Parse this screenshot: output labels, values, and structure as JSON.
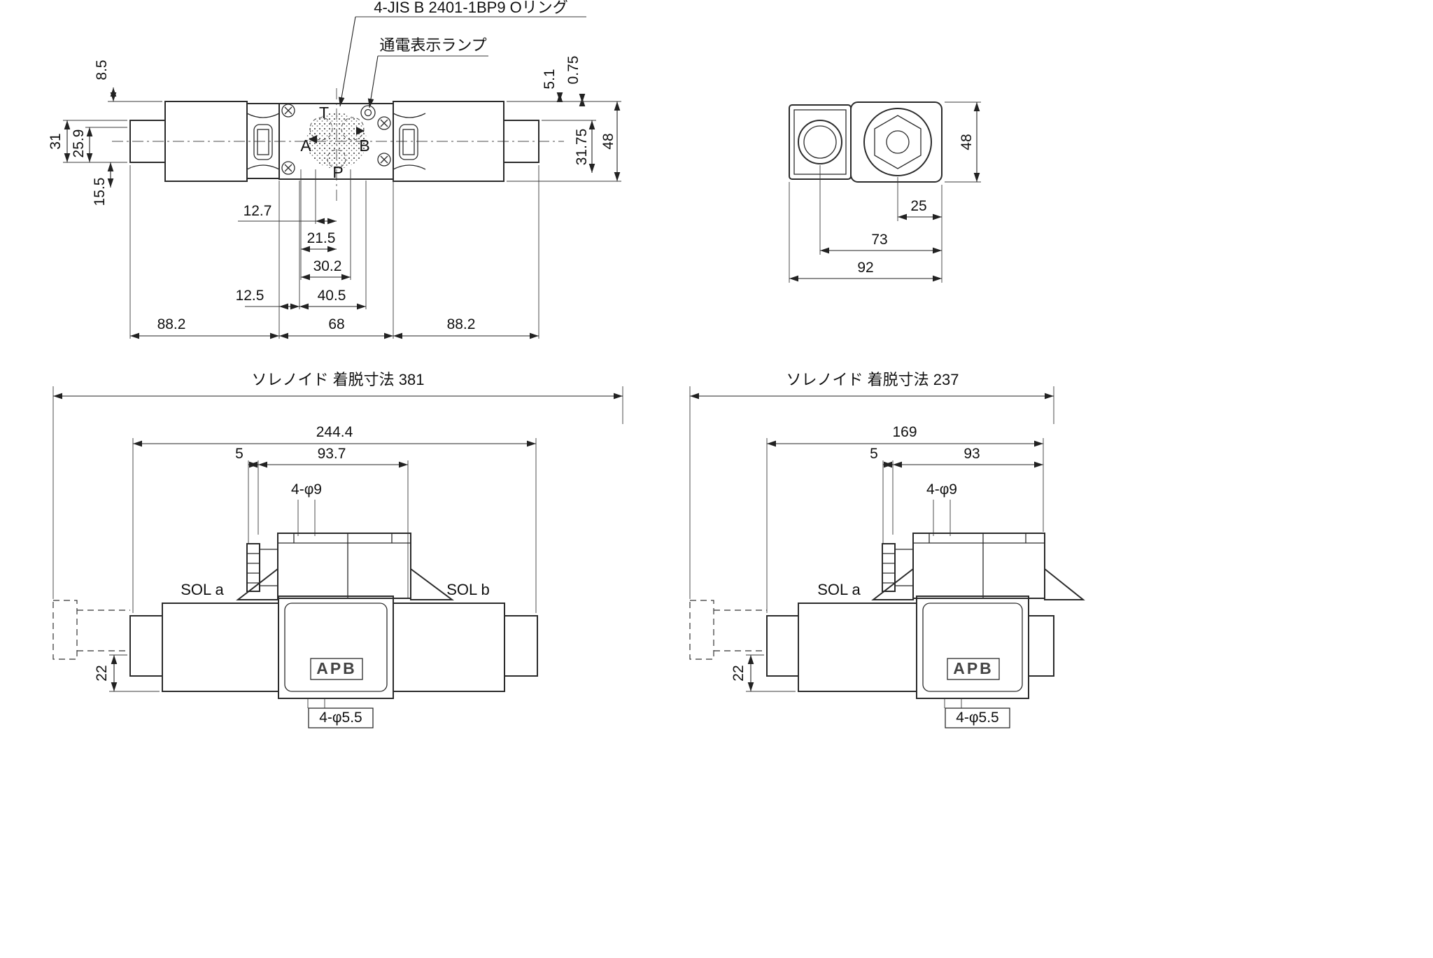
{
  "front": {
    "callout_oring": "4-JIS B 2401-1BP9 Oリング",
    "callout_lamp": "通電表示ランプ",
    "port_t": "T",
    "port_a": "A",
    "port_b": "B",
    "port_p": "P",
    "dim_8_5": "8.5",
    "dim_31": "31",
    "dim_25_9": "25.9",
    "dim_15_5": "15.5",
    "dim_5_1": "5.1",
    "dim_0_75": "0.75",
    "dim_31_75": "31.75",
    "dim_48": "48",
    "dim_12_7": "12.7",
    "dim_21_5": "21.5",
    "dim_30_2": "30.2",
    "dim_12_5": "12.5",
    "dim_40_5": "40.5",
    "dim_88_2_left": "88.2",
    "dim_68": "68",
    "dim_88_2_right": "88.2"
  },
  "side": {
    "dim_48": "48",
    "dim_25": "25",
    "dim_73": "73",
    "dim_92": "92"
  },
  "double": {
    "title": "ソレノイド 着脱寸法 381",
    "dim_244_4": "244.4",
    "dim_5": "5",
    "dim_93_7": "93.7",
    "holes_top": "4-φ9",
    "sol_a": "SOL a",
    "sol_b": "SOL b",
    "dim_22": "22",
    "holes_bottom": "4-φ5.5",
    "logo": "APB"
  },
  "single": {
    "title": "ソレノイド 着脱寸法 237",
    "dim_169": "169",
    "dim_5": "5",
    "dim_93": "93",
    "holes_top": "4-φ9",
    "sol_a": "SOL a",
    "dim_22": "22",
    "holes_bottom": "4-φ5.5",
    "logo": "APB"
  }
}
